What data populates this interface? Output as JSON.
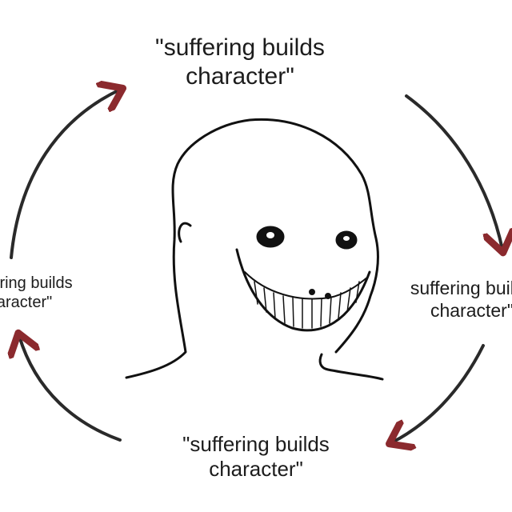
{
  "cycle": {
    "top": {
      "line1": "\"suffering builds",
      "line2": "character\""
    },
    "right": {
      "line1": "suffering builds",
      "line2": "character\""
    },
    "bottom": {
      "line1": "\"suffering builds",
      "line2": "character\""
    },
    "left": {
      "line1": "\"suffering builds",
      "line2": "character\""
    }
  },
  "colors": {
    "arrow_shaft": "#2a2a2a",
    "arrow_head": "#8b2a2e",
    "ink": "#111111"
  },
  "icons": [
    "cycle-arrow-icon",
    "wojak-face-icon"
  ]
}
